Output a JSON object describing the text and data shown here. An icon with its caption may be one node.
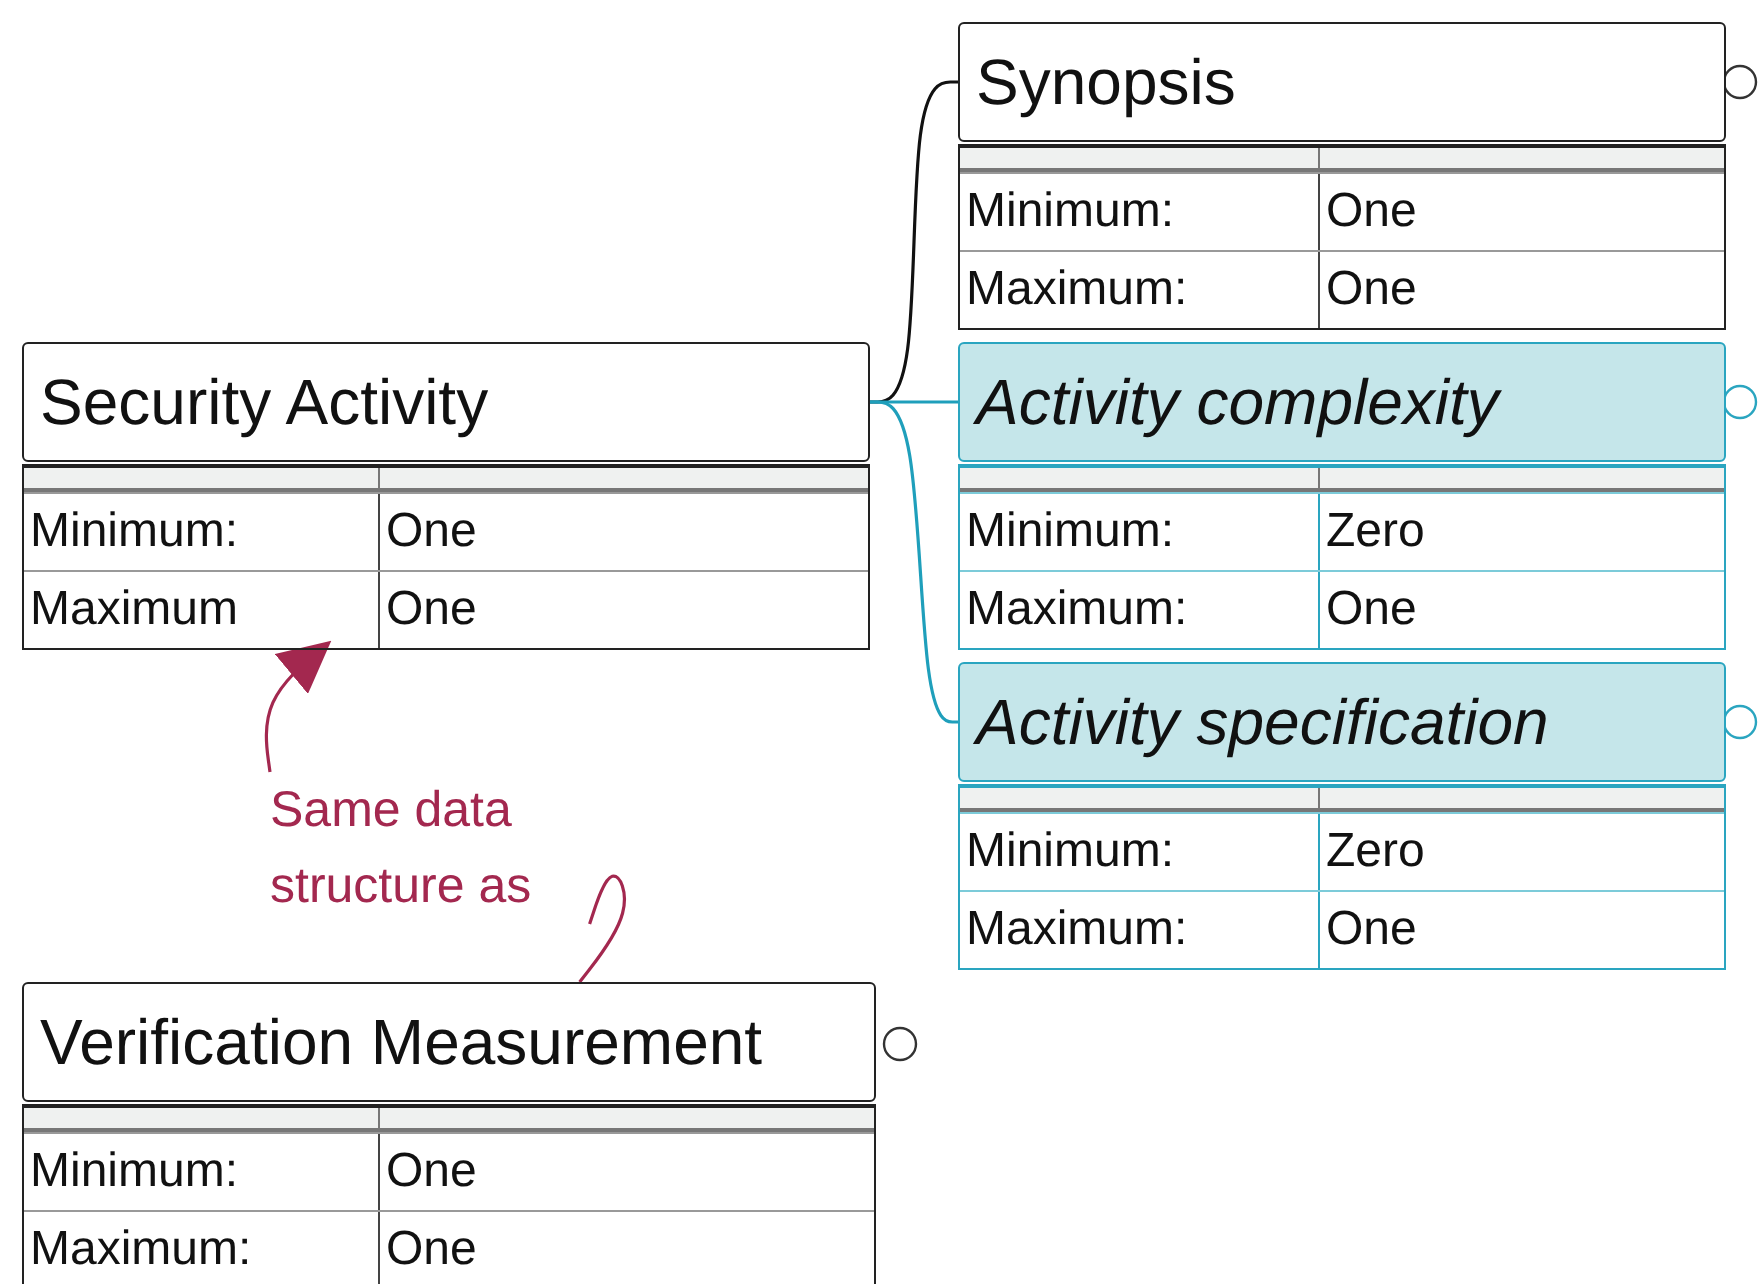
{
  "diagram": {
    "nodes": [
      {
        "text": [
          "Security Activity",
          "Minimum:",
          "One",
          "Maximum",
          "One"
        ]
      },
      {
        "text": [
          "Synopsis",
          "Minimum:",
          "One",
          "Maximum:",
          "One"
        ]
      },
      {
        "text": [
          "Activity complexity",
          "Minimum:",
          "Zero",
          "Maximum:",
          "One"
        ]
      },
      {
        "text": [
          "Activity specification",
          "Minimum:",
          "Zero",
          "Maximum:",
          "One"
        ]
      },
      {
        "text": [
          "Same data structure as"
        ]
      },
      {
        "text": [
          "Verification Measurement",
          "Minimum:",
          "One",
          "Maximum:",
          "One"
        ]
      }
    ],
    "edges": [
      {
        "from": 0,
        "to": 1,
        "arrow": "none",
        "color": "#111111"
      },
      {
        "from": 0,
        "to": 2,
        "arrow": "none"
      },
      {
        "from": 0,
        "to": 3,
        "arrow": "none"
      },
      {
        "from": 5,
        "to": 4,
        "arrow": "none",
        "color": "#a3284f"
      },
      {
        "from": 4,
        "to": 0,
        "arrow": "to",
        "color": "#a3284f"
      }
    ]
  }
}
